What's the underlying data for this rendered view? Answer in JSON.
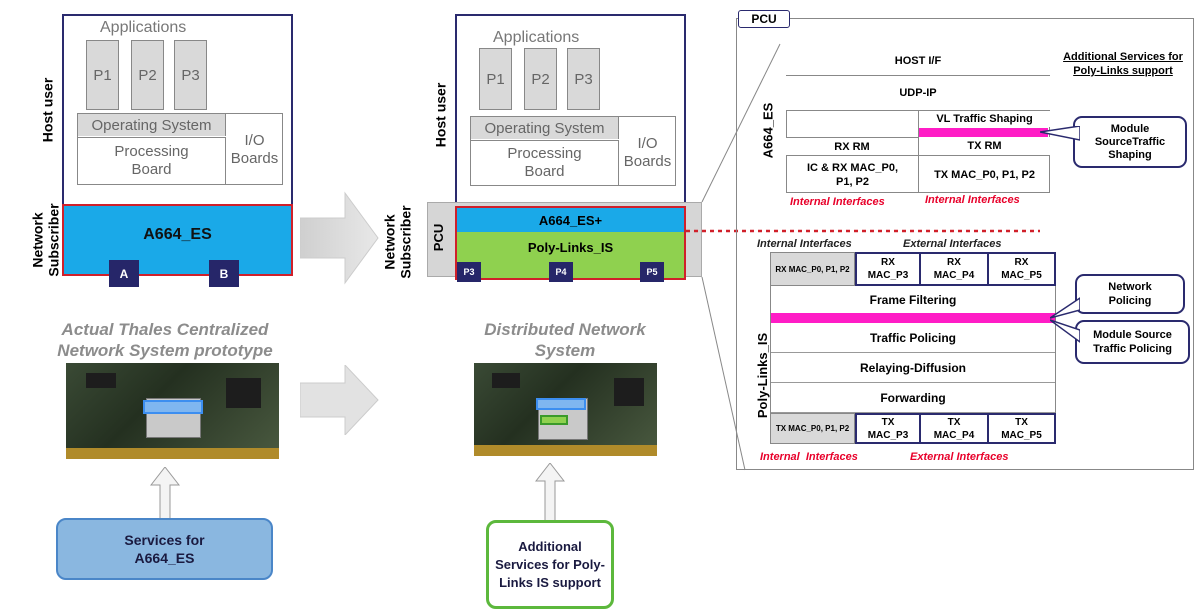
{
  "left_stack": {
    "applications": "Applications",
    "procs": [
      "P1",
      "P2",
      "P3"
    ],
    "operating_system": "Operating System",
    "processing_board": "Processing Board",
    "io_boards": "I/O Boards",
    "host_user": "Host user",
    "network_subscriber": "Network Subscriber",
    "es_label": "A664_ES",
    "ports": [
      "A",
      "B"
    ]
  },
  "mid_stack": {
    "applications": "Applications",
    "procs": [
      "P1",
      "P2",
      "P3"
    ],
    "operating_system": "Operating System",
    "processing_board": "Processing Board",
    "io_boards": "I/O Boards",
    "host_user": "Host user",
    "network_subscriber": "Network Subscriber",
    "pcu": "PCU",
    "es_plus": "A664_ES+",
    "poly_links": "Poly-Links_IS",
    "ports": [
      "P3",
      "P4",
      "P5"
    ]
  },
  "titles": {
    "left": "Actual Thales Centralized Network System prototype",
    "mid": "Distributed Network System"
  },
  "boxes": {
    "services_es": "Services for A664_ES",
    "services_poly": "Additional Services for Poly-Links IS support"
  },
  "pcu_panel": {
    "title": "PCU",
    "a664_label": "A664_ES",
    "host_if": "HOST I/F",
    "udp_ip": "UDP-IP",
    "vl_shaping": "VL Traffic Shaping",
    "rx_rm": "RX RM",
    "tx_rm": "TX RM",
    "ic_rx": "IC & RX MAC_P0, P1, P2",
    "tx_mac": "TX MAC_P0, P1, P2",
    "internal_interfaces": "Internal Interfaces",
    "additional_services": "Additional Services for Poly-Links support",
    "module_shaping": "Module SourceTraffic Shaping",
    "ext_interfaces_header": "External Interfaces",
    "poly_label": "Poly-Links_IS",
    "rx_row": [
      "RX MAC_P0, P1, P2",
      "RX MAC_P3",
      "RX MAC_P4",
      "RX MAC_P5"
    ],
    "frame_filtering": "Frame Filtering",
    "traffic_policing": "Traffic Policing",
    "relaying": "Relaying-Diffusion",
    "forwarding": "Forwarding",
    "tx_row": [
      "TX MAC_P0, P1, P2",
      "TX MAC_P3",
      "TX MAC_P4",
      "TX MAC_P5"
    ],
    "internal_interfaces_bottom": "Internal  Interfaces",
    "external_interfaces_bottom": "External Interfaces",
    "network_policing": "Network Policing",
    "module_policing": "Module Source Traffic Policing"
  },
  "colors": {
    "navy": "#2a2a6e",
    "cyan": "#1aa9e8",
    "green": "#8fd14f",
    "red": "#d0202a",
    "magenta": "#ff1cc6",
    "services_blue": "#8ab7e0",
    "services_green_border": "#5cb83c"
  }
}
